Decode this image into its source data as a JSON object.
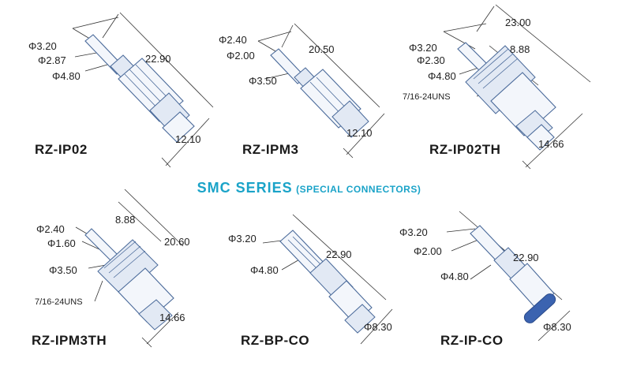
{
  "series": {
    "title_main": "SMC SERIES",
    "title_sub": "(SPECIAL CONNECTORS)",
    "accent_color": "#1aa3c8"
  },
  "products": [
    {
      "name": "RZ-IP02",
      "dims": [
        "Φ3.20",
        "Φ2.87",
        "Φ4.80",
        "22.90",
        "12.10"
      ]
    },
    {
      "name": "RZ-IPM3",
      "dims": [
        "Φ2.40",
        "Φ2.00",
        "Φ3.50",
        "20.50",
        "12.10"
      ]
    },
    {
      "name": "RZ-IP02TH",
      "dims": [
        "Φ3.20",
        "Φ2.30",
        "Φ4.80",
        "23.00",
        "8.88",
        "7/16-24UNS",
        "14.66"
      ]
    },
    {
      "name": "RZ-IPM3TH",
      "dims": [
        "Φ2.40",
        "Φ1.60",
        "Φ3.50",
        "8.88",
        "20.60",
        "7/16-24UNS",
        "14.66"
      ]
    },
    {
      "name": "RZ-BP-CO",
      "dims": [
        "Φ3.20",
        "Φ4.80",
        "22.90",
        "Φ8.30"
      ]
    },
    {
      "name": "RZ-IP-CO",
      "dims": [
        "Φ3.20",
        "Φ2.00",
        "Φ4.80",
        "22.90",
        "Φ8.30"
      ]
    }
  ]
}
